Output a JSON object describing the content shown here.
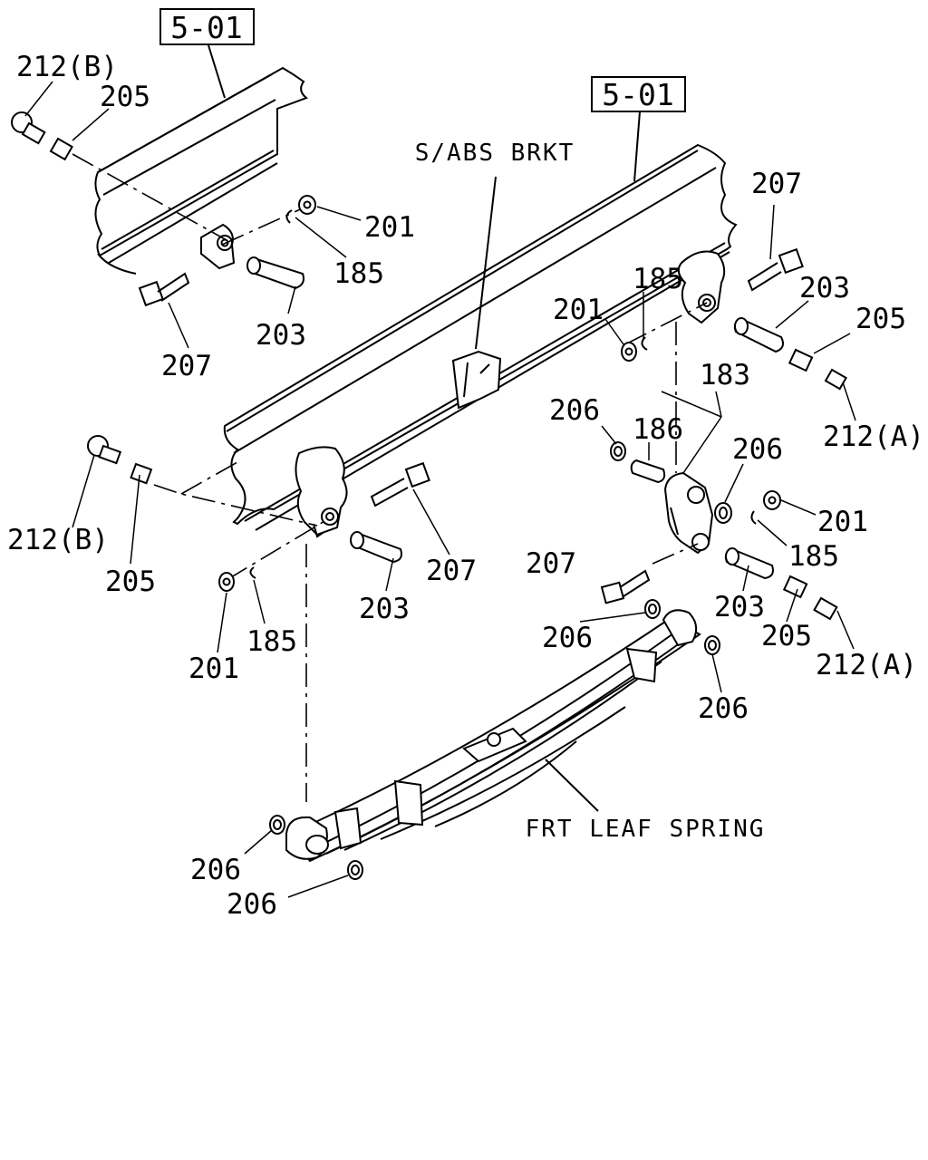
{
  "title": "",
  "refs": {
    "frame_ref_left": "5-01",
    "frame_ref_right": "5-01"
  },
  "texts": {
    "abs_bracket": "S/ABS BRKT",
    "leaf_spring": "FRT LEAF SPRING"
  },
  "labels": {
    "l_212b_top": "212(B)",
    "l_205_top": "205",
    "l_201_top": "201",
    "l_185_top": "185",
    "l_203_top": "203",
    "l_207_top": "207",
    "l_207_right": "207",
    "l_185_right": "185",
    "l_201_right": "201",
    "l_203_right": "203",
    "l_205_right": "205",
    "l_212a_right": "212(A)",
    "l_183": "183",
    "l_186": "186",
    "l_206_a": "206",
    "l_206_b": "206",
    "l_212b_left": "212(B)",
    "l_205_left": "205",
    "l_207_mid": "207",
    "l_203_mid": "203",
    "l_185_mid": "185",
    "l_201_mid": "201",
    "l_201_shackle": "201",
    "l_185_shackle": "185",
    "l_207_shackle": "207",
    "l_203_shackle": "203",
    "l_205_shackle": "205",
    "l_212a_shackle": "212(A)",
    "l_206_c": "206",
    "l_206_d": "206",
    "l_206_e": "206",
    "l_206_f": "206"
  }
}
